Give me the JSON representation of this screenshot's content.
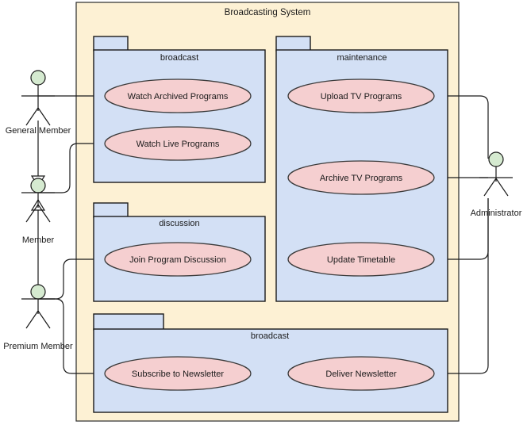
{
  "diagram": {
    "type": "uml-use-case-diagram",
    "system_boundary": {
      "title": "Broadcasting System"
    },
    "packages": [
      {
        "id": "pkg-broadcast-top",
        "title": "broadcast"
      },
      {
        "id": "pkg-maintenance",
        "title": "maintenance"
      },
      {
        "id": "pkg-discussion",
        "title": "discussion"
      },
      {
        "id": "pkg-broadcast-bottom",
        "title": "broadcast"
      }
    ],
    "use_cases": [
      {
        "id": "uc-watch-archived",
        "label": "Watch Archived Programs",
        "package": "pkg-broadcast-top"
      },
      {
        "id": "uc-watch-live",
        "label": "Watch Live Programs",
        "package": "pkg-broadcast-top"
      },
      {
        "id": "uc-upload-tv",
        "label": "Upload TV Programs",
        "package": "pkg-maintenance"
      },
      {
        "id": "uc-archive-tv",
        "label": "Archive TV Programs",
        "package": "pkg-maintenance"
      },
      {
        "id": "uc-update-timetable",
        "label": "Update Timetable",
        "package": "pkg-maintenance"
      },
      {
        "id": "uc-join-discussion",
        "label": "Join Program Discussion",
        "package": "pkg-discussion"
      },
      {
        "id": "uc-subscribe-newsletter",
        "label": "Subscribe to Newsletter",
        "package": "pkg-broadcast-bottom"
      },
      {
        "id": "uc-deliver-newsletter",
        "label": "Deliver Newsletter",
        "package": "pkg-broadcast-bottom"
      }
    ],
    "actors": [
      {
        "id": "actor-general-member",
        "label": "General Member"
      },
      {
        "id": "actor-member",
        "label": "Member"
      },
      {
        "id": "actor-premium-member",
        "label": "Premium Member"
      },
      {
        "id": "actor-administrator",
        "label": "Administrator"
      }
    ],
    "associations": [
      {
        "from": "actor-general-member",
        "to": "uc-watch-archived"
      },
      {
        "from": "actor-member",
        "to": "uc-watch-live"
      },
      {
        "from": "actor-premium-member",
        "to": "uc-join-discussion"
      },
      {
        "from": "actor-premium-member",
        "to": "uc-subscribe-newsletter"
      },
      {
        "from": "actor-administrator",
        "to": "uc-upload-tv"
      },
      {
        "from": "actor-administrator",
        "to": "uc-archive-tv"
      },
      {
        "from": "actor-administrator",
        "to": "uc-update-timetable"
      },
      {
        "from": "actor-administrator",
        "to": "uc-deliver-newsletter"
      }
    ],
    "generalizations": [
      {
        "from": "actor-member",
        "to": "actor-general-member"
      },
      {
        "from": "actor-premium-member",
        "to": "actor-member"
      }
    ],
    "colors": {
      "system_boundary_fill": "#fdf1d4",
      "package_fill": "#d3e0f5",
      "use_case_fill": "#f5cfd0",
      "actor_head_fill": "#d5ead0",
      "stroke": "#1a1a1a",
      "background": "#ffffff"
    }
  }
}
